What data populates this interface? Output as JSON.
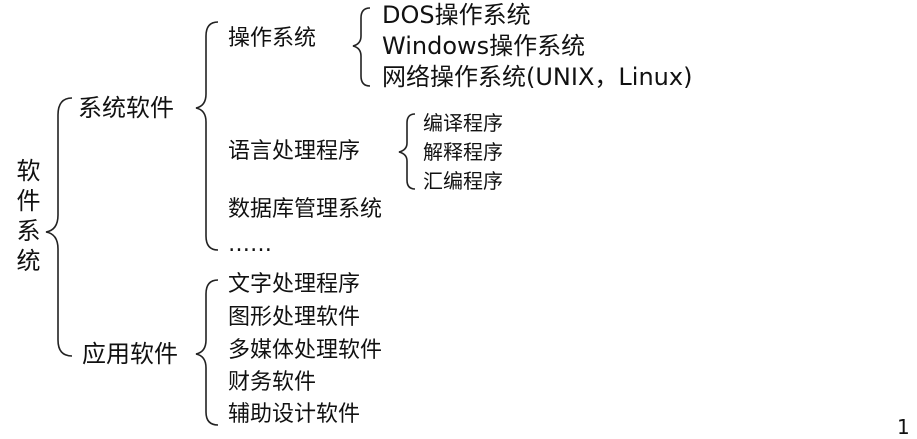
{
  "tree": {
    "root": "软件系统",
    "branches": [
      {
        "label": "系统软件",
        "children": [
          {
            "label": "操作系统",
            "children": [
              "DOS操作系统",
              "Windows操作系统",
              "网络操作系统(UNIX，Linux)"
            ]
          },
          {
            "label": "语言处理程序",
            "children": [
              "编译程序",
              "解释程序",
              "汇编程序"
            ]
          },
          {
            "label": "数据库管理系统"
          },
          {
            "label": "……"
          }
        ]
      },
      {
        "label": "应用软件",
        "children": [
          {
            "label": "文字处理程序"
          },
          {
            "label": "图形处理软件"
          },
          {
            "label": "多媒体处理软件"
          },
          {
            "label": "财务软件"
          },
          {
            "label": "辅助设计软件"
          }
        ]
      }
    ]
  },
  "page_number": "1"
}
